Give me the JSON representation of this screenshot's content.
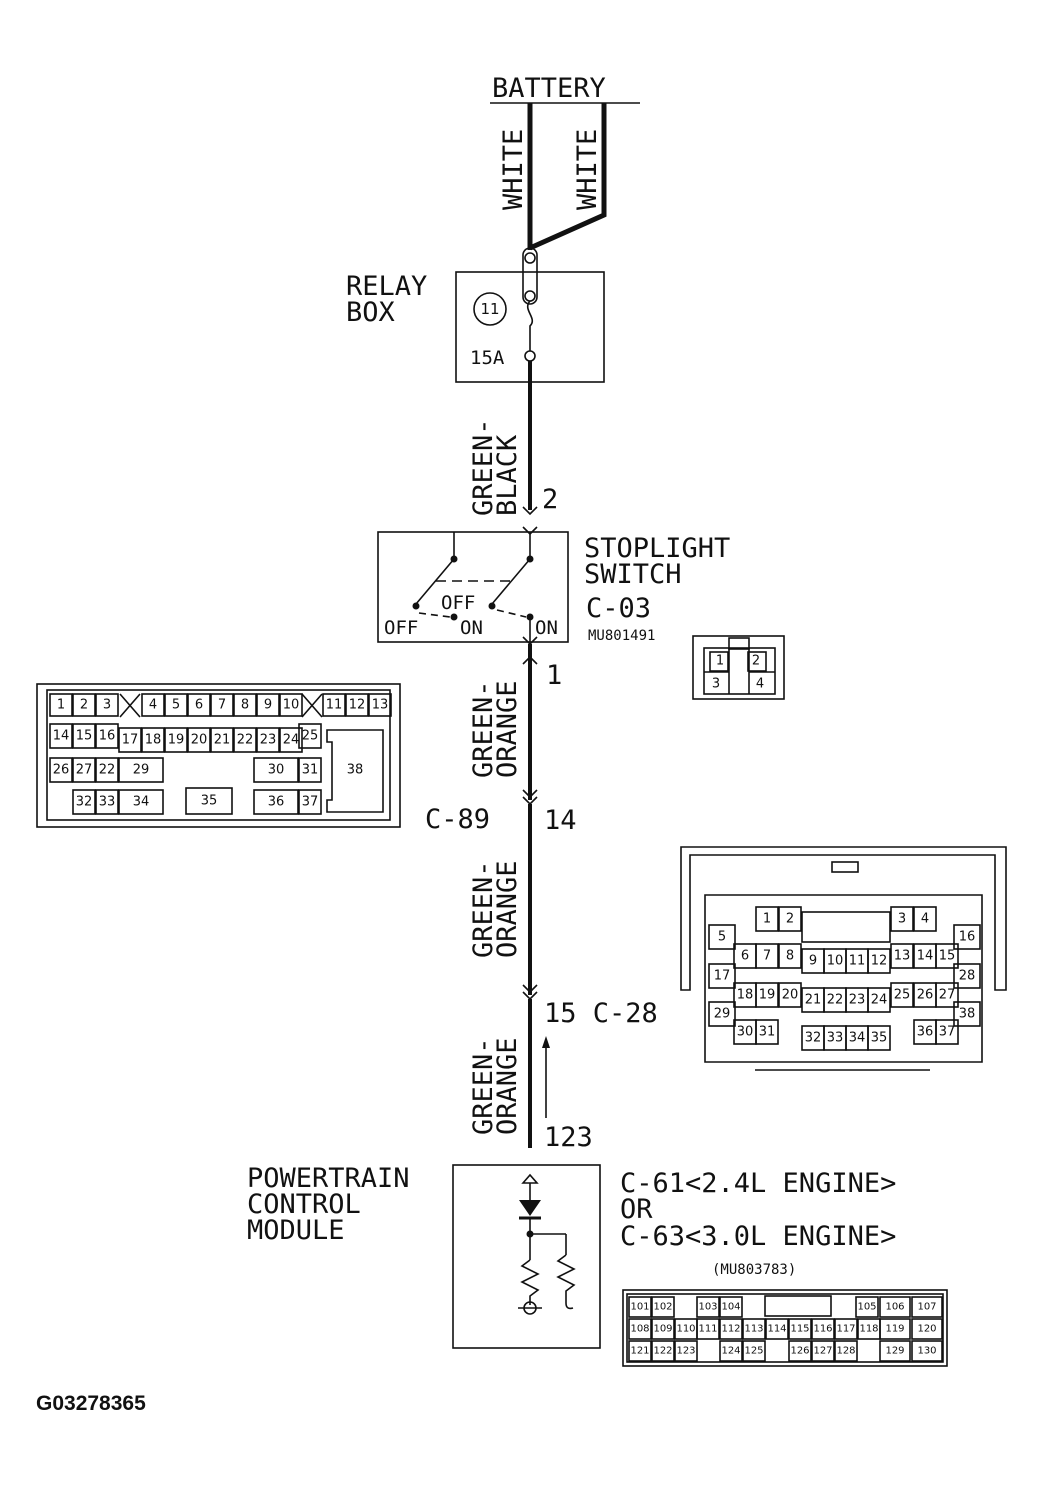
{
  "battery": {
    "label": "BATTERY",
    "wire_left": "WHITE",
    "wire_right": "WHITE"
  },
  "relay_box": {
    "title_line1": "RELAY",
    "title_line2": "BOX",
    "fuse_number": "11",
    "fuse_rating": "15A"
  },
  "wire_relay_switch": {
    "line1": "GREEN-",
    "line2": "BLACK",
    "pin": "2"
  },
  "stoplight_switch": {
    "title_line1": "STOPLIGHT",
    "title_line2": "SWITCH",
    "connector": "C-03",
    "part_number": "MU801491",
    "contacts": {
      "off_left": "OFF",
      "on_mid": "ON",
      "off_mid": "OFF",
      "on_right": "ON"
    },
    "connector_pins": [
      "1",
      "2",
      "3",
      "4"
    ]
  },
  "wire_switch_c89": {
    "line1": "GREEN-",
    "line2": "ORANGE",
    "pin": "1"
  },
  "connector_c89": {
    "label": "C-89",
    "pin": "14",
    "rows": [
      [
        "1",
        "2",
        "3",
        "4",
        "5",
        "6",
        "7",
        "8",
        "9",
        "10",
        "11",
        "12",
        "13"
      ],
      [
        "14",
        "15",
        "16",
        "17",
        "18",
        "19",
        "20",
        "21",
        "22",
        "23",
        "24",
        "25"
      ],
      [
        "26",
        "27",
        "22",
        "29",
        "30",
        "31",
        "38"
      ],
      [
        "32",
        "33",
        "34",
        "35",
        "36",
        "37"
      ]
    ]
  },
  "wire_c89_c28": {
    "line1": "GREEN-",
    "line2": "ORANGE"
  },
  "connector_c28": {
    "label": "15 C-28",
    "rows": [
      [
        "1",
        "2",
        "3",
        "4"
      ],
      [
        "5",
        "16"
      ],
      [
        "6",
        "7",
        "8",
        "9",
        "10",
        "11",
        "12",
        "13",
        "14",
        "15"
      ],
      [
        "17",
        "28"
      ],
      [
        "18",
        "19",
        "20",
        "21",
        "22",
        "23",
        "24",
        "25",
        "26",
        "27"
      ],
      [
        "29",
        "38"
      ],
      [
        "30",
        "31",
        "32",
        "33",
        "34",
        "35",
        "36",
        "37"
      ]
    ]
  },
  "wire_c28_pcm": {
    "line1": "GREEN-",
    "line2": "ORANGE",
    "pin": "123"
  },
  "pcm": {
    "title_line1": "POWERTRAIN",
    "title_line2": "CONTROL",
    "title_line3": "MODULE",
    "connector_line1": "C-61<2.4L ENGINE>",
    "connector_line2": "OR",
    "connector_line3": "C-63<3.0L ENGINE>",
    "part_number": "(MU803783)",
    "rows": [
      [
        "101",
        "102",
        "103",
        "104",
        "105",
        "106",
        "107"
      ],
      [
        "108",
        "109",
        "110",
        "111",
        "112",
        "113",
        "114",
        "115",
        "116",
        "117",
        "118",
        "119",
        "120"
      ],
      [
        "121",
        "122",
        "123",
        "124",
        "125",
        "126",
        "127",
        "128",
        "129",
        "130"
      ]
    ]
  },
  "figure_id": "G03278365"
}
